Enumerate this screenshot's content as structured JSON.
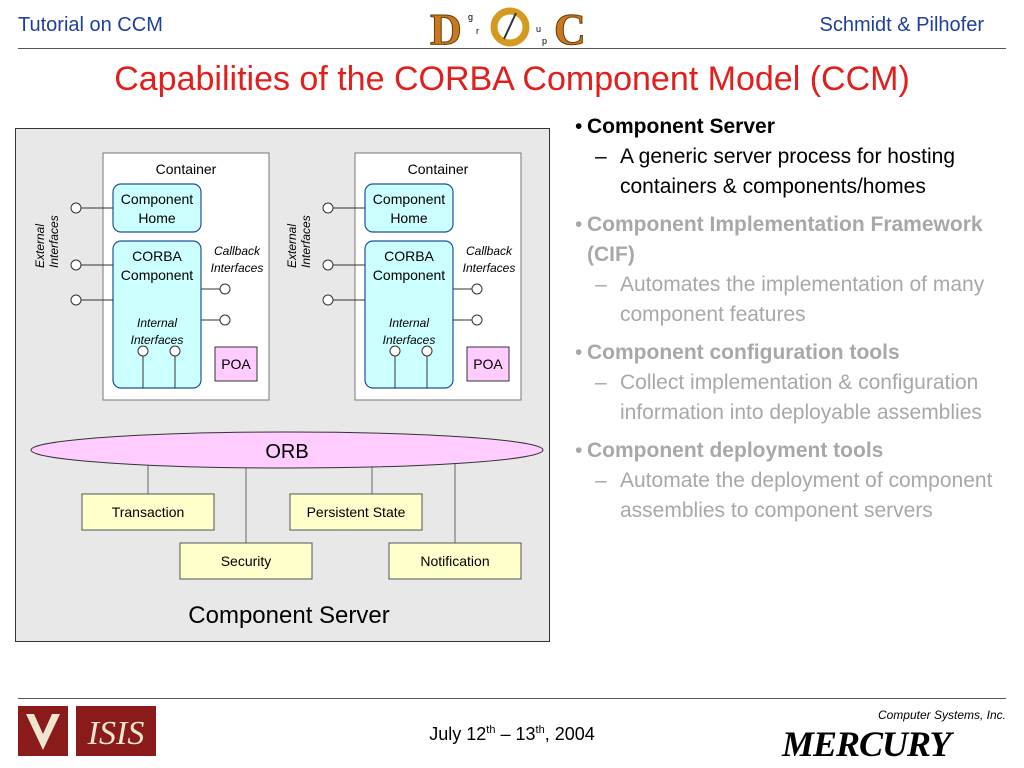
{
  "header": {
    "left": "Tutorial on CCM",
    "right": "Schmidt & Pilhofer",
    "logo_letters": [
      "D",
      "r",
      "O",
      "u",
      "C",
      "g",
      "p"
    ]
  },
  "title": "Capabilities of the CORBA Component Model (CCM)",
  "diagram": {
    "container_label": "Container",
    "component_home_l1": "Component",
    "component_home_l2": "Home",
    "corba_component_l1": "CORBA",
    "corba_component_l2": "Component",
    "internal_l1": "Internal",
    "internal_l2": "Interfaces",
    "callback_l1": "Callback",
    "callback_l2": "Interfaces",
    "external_l1": "External",
    "external_l2": "Interfaces",
    "poa": "POA",
    "orb": "ORB",
    "services": [
      "Transaction",
      "Persistent State",
      "Security",
      "Notification"
    ],
    "server_label": "Component Server"
  },
  "bullets": [
    {
      "text": "Component Server",
      "sub": "A generic server process for hosting containers & components/homes",
      "active": true
    },
    {
      "text": "Component Implementation Framework (CIF)",
      "sub": "Automates the implementation of many component features",
      "active": false
    },
    {
      "text": "Component configuration tools",
      "sub": "Collect implementation & configuration information into deployable assemblies",
      "active": false
    },
    {
      "text": "Component deployment tools",
      "sub": "Automate the deployment of component assemblies to component servers",
      "active": false
    }
  ],
  "footer": {
    "date_p1": "July 12",
    "date_sup1": "th",
    "date_p2": " – 13",
    "date_sup2": "th",
    "date_p3": ", 2004",
    "logo_left_text": "ISIS",
    "logo_right_l1": "Computer Systems, Inc.",
    "logo_right_l2": "MERCURY"
  },
  "colors": {
    "header_text": "#1f3f9f",
    "title": "#e0201c",
    "component_fill": "#ccffff",
    "service_fill": "#ffffcc",
    "orb_fill": "#ffccff",
    "inactive_bullet": "#a8a8a8"
  }
}
